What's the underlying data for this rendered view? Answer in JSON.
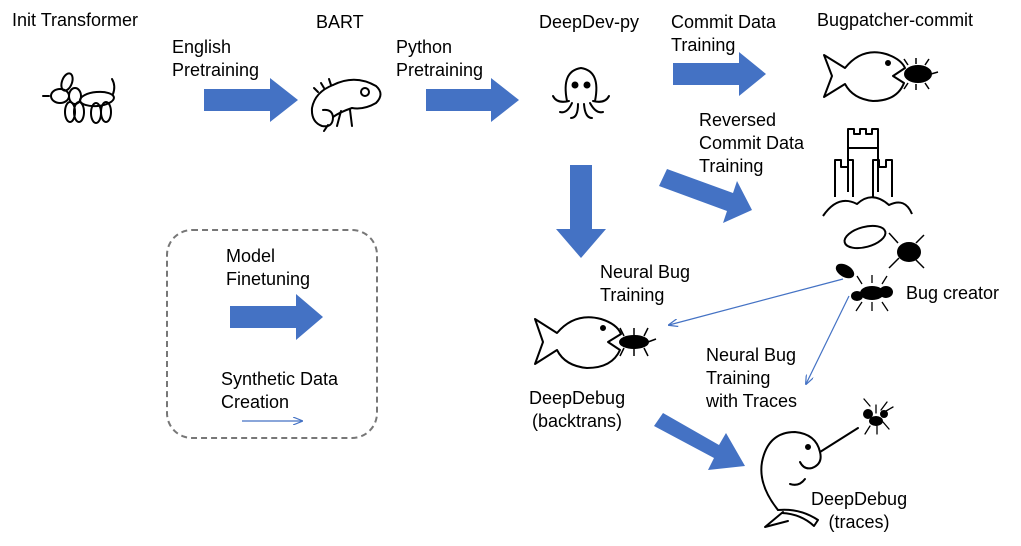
{
  "models": {
    "init_transformer": "Init Transformer",
    "bart": "BART",
    "deepdev_py": "DeepDev-py",
    "bugpatcher_commit": "Bugpatcher-commit",
    "bug_creator": "Bug creator",
    "deepdebug_backtrans": [
      "DeepDebug",
      "(backtrans)"
    ],
    "deepdebug_traces": [
      "DeepDebug",
      "(traces)"
    ]
  },
  "steps": {
    "english_pretraining": [
      "English",
      "Pretraining"
    ],
    "python_pretraining": [
      "Python",
      "Pretraining"
    ],
    "commit_data_training": [
      "Commit Data",
      "Training"
    ],
    "reversed_commit_training": [
      "Reversed",
      "Commit Data",
      "Training"
    ],
    "neural_bug_training": [
      "Neural Bug",
      "Training"
    ],
    "neural_bug_training_traces": [
      "Neural Bug",
      "Training",
      "with Traces"
    ]
  },
  "legend": {
    "finetuning": [
      "Model",
      "Finetuning"
    ],
    "synthetic": [
      "Synthetic Data",
      "Creation"
    ]
  },
  "icons": {
    "init_transformer": "balloon-dog-icon",
    "bart": "chameleon-icon",
    "deepdev_py": "octopus-icon",
    "bugpatcher_commit": "fish-eating-bug-icon",
    "bug_creator": "castle-with-ants-icon",
    "deepdebug_backtrans": "fish-eating-bug-icon",
    "deepdebug_traces": "narwhal-with-ant-icon"
  },
  "colors": {
    "arrow": "#4472C4",
    "line": "#4472C4",
    "legend_border": "#777777"
  }
}
